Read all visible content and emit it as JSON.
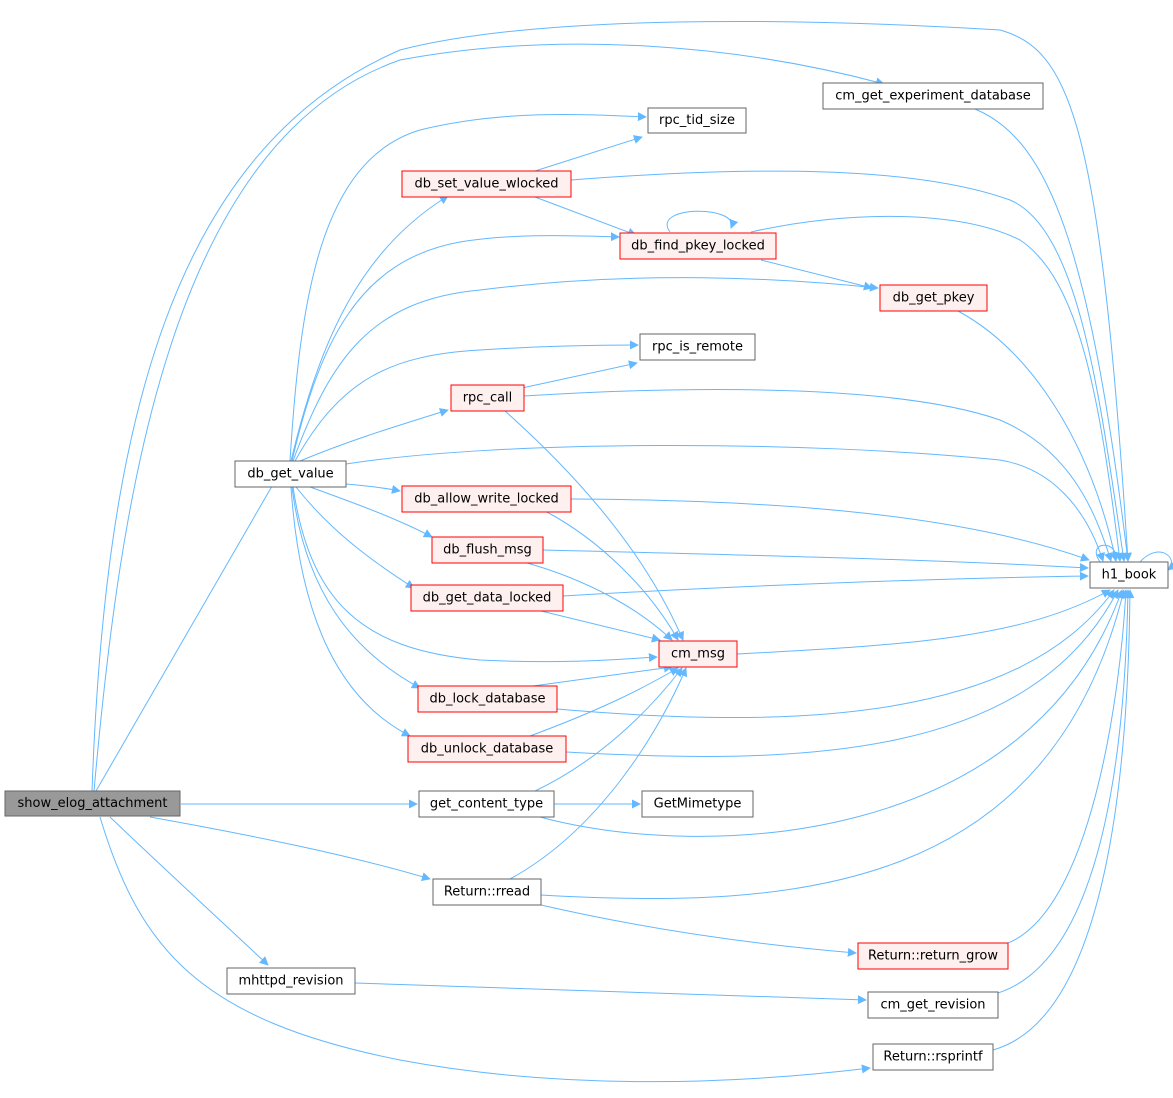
{
  "colors": {
    "edge": "#63b8ff",
    "root_fill": "#999999",
    "root_border": "#666666",
    "node_fill": "#ffffff",
    "node_border": "#666666",
    "truncated_fill": "#fff0f0",
    "truncated_border": "#ff0000"
  },
  "nodes": [
    {
      "id": "show_elog_attachment",
      "label": "show_elog_attachment",
      "style": "root"
    },
    {
      "id": "db_get_value",
      "label": "db_get_value",
      "style": "normal"
    },
    {
      "id": "cm_get_experiment_database",
      "label": "cm_get_experiment_database",
      "style": "normal"
    },
    {
      "id": "rpc_tid_size",
      "label": "rpc_tid_size",
      "style": "normal"
    },
    {
      "id": "db_set_value_wlocked",
      "label": "db_set_value_wlocked",
      "style": "truncated"
    },
    {
      "id": "db_find_pkey_locked",
      "label": "db_find_pkey_locked",
      "style": "truncated"
    },
    {
      "id": "db_get_pkey",
      "label": "db_get_pkey",
      "style": "truncated"
    },
    {
      "id": "rpc_is_remote",
      "label": "rpc_is_remote",
      "style": "normal"
    },
    {
      "id": "rpc_call",
      "label": "rpc_call",
      "style": "truncated"
    },
    {
      "id": "db_allow_write_locked",
      "label": "db_allow_write_locked",
      "style": "truncated"
    },
    {
      "id": "db_flush_msg",
      "label": "db_flush_msg",
      "style": "truncated"
    },
    {
      "id": "h1_book",
      "label": "h1_book",
      "style": "normal"
    },
    {
      "id": "db_get_data_locked",
      "label": "db_get_data_locked",
      "style": "truncated"
    },
    {
      "id": "cm_msg",
      "label": "cm_msg",
      "style": "truncated"
    },
    {
      "id": "db_lock_database",
      "label": "db_lock_database",
      "style": "truncated"
    },
    {
      "id": "db_unlock_database",
      "label": "db_unlock_database",
      "style": "truncated"
    },
    {
      "id": "get_content_type",
      "label": "get_content_type",
      "style": "normal"
    },
    {
      "id": "GetMimetype",
      "label": "GetMimetype",
      "style": "normal"
    },
    {
      "id": "Return_rread",
      "label": "Return::rread",
      "style": "normal"
    },
    {
      "id": "Return_return_grow",
      "label": "Return::return_grow",
      "style": "truncated"
    },
    {
      "id": "mhttpd_revision",
      "label": "mhttpd_revision",
      "style": "normal"
    },
    {
      "id": "cm_get_revision",
      "label": "cm_get_revision",
      "style": "normal"
    },
    {
      "id": "Return_rsprintf",
      "label": "Return::rsprintf",
      "style": "normal"
    }
  ]
}
